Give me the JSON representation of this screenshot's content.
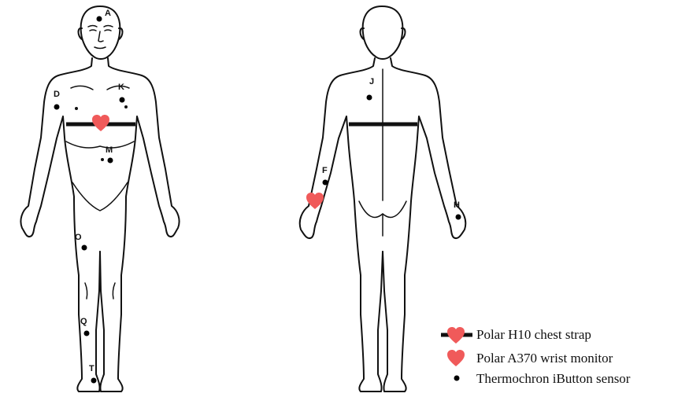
{
  "colors": {
    "heart": "#f05a5a",
    "sensor": "#000000",
    "outline": "#111111"
  },
  "sensor_labels": {
    "A": "A",
    "K": "K",
    "D": "D",
    "M": "M",
    "O": "O",
    "Q": "Q",
    "T": "T",
    "J": "J",
    "F": "F",
    "H": "H"
  },
  "legend": {
    "chest_strap": "Polar H10 chest strap",
    "wrist_monitor": "Polar A370 wrist monitor",
    "ibutton": "Thermochron iButton sensor"
  }
}
